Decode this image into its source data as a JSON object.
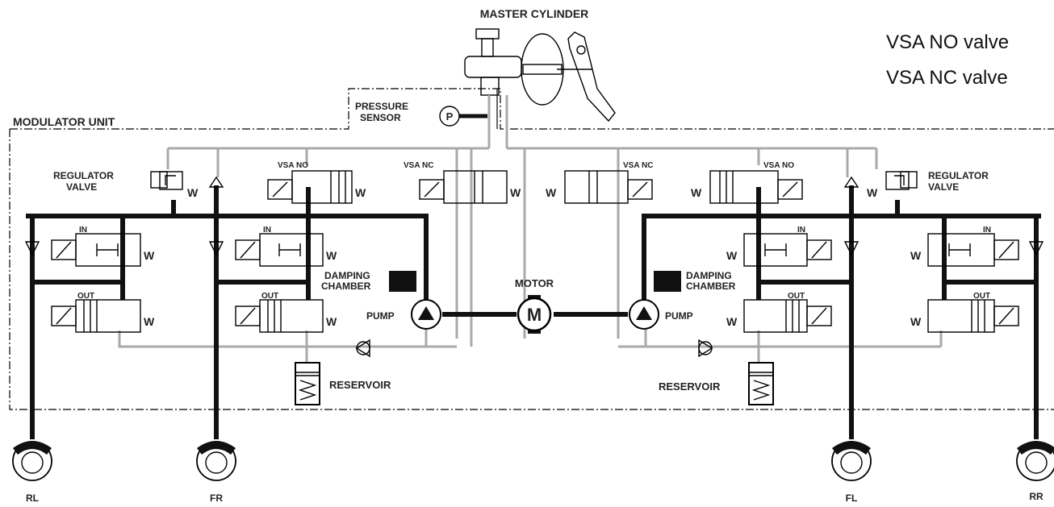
{
  "labels": {
    "master_cylinder": "MASTER CYLINDER",
    "modulator_unit": "MODULATOR UNIT",
    "pressure_sensor_1": "PRESSURE",
    "pressure_sensor_2": "SENSOR",
    "pressure_symbol": "P",
    "regulator_valve_1": "REGULATOR",
    "regulator_valve_2": "VALVE",
    "vsa_no": "VSA NO",
    "vsa_nc": "VSA NC",
    "in_valve": "IN",
    "out_valve": "OUT",
    "damping_chamber_1": "DAMPING",
    "damping_chamber_2": "CHAMBER",
    "motor": "MOTOR",
    "motor_symbol": "M",
    "pump": "PUMP",
    "reservoir": "RESERVOIR",
    "spring": "W"
  },
  "wheels": {
    "rl": "RL",
    "fr": "FR",
    "fl": "FL",
    "rr": "RR"
  },
  "notes": {
    "no_valve": "VSA NO valve",
    "nc_valve": "VSA NC valve"
  },
  "colors": {
    "thick_line": "#111111",
    "grey_line": "#a9a9a9",
    "text": "#222222"
  }
}
